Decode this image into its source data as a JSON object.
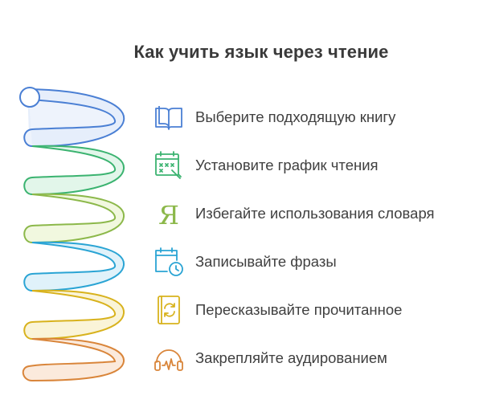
{
  "title": "Как учить язык через чтение",
  "steps": [
    {
      "label": "Выберите подходящую книгу",
      "icon": "open-book-icon",
      "color": "#4a7fd4"
    },
    {
      "label": "Установите график чтения",
      "icon": "calendar-icon",
      "color": "#3bb370"
    },
    {
      "label": "Избегайте использования словаря",
      "icon": "cyrillic-letter-ya-icon",
      "color": "#8cb84a"
    },
    {
      "label": "Записывайте фразы",
      "icon": "calendar-clock-icon",
      "color": "#2aa4d4"
    },
    {
      "label": "Пересказывайте прочитанное",
      "icon": "book-refresh-icon",
      "color": "#d8b21d"
    },
    {
      "label": "Закрепляйте аудированием",
      "icon": "headphones-icon",
      "color": "#d9853a"
    }
  ]
}
